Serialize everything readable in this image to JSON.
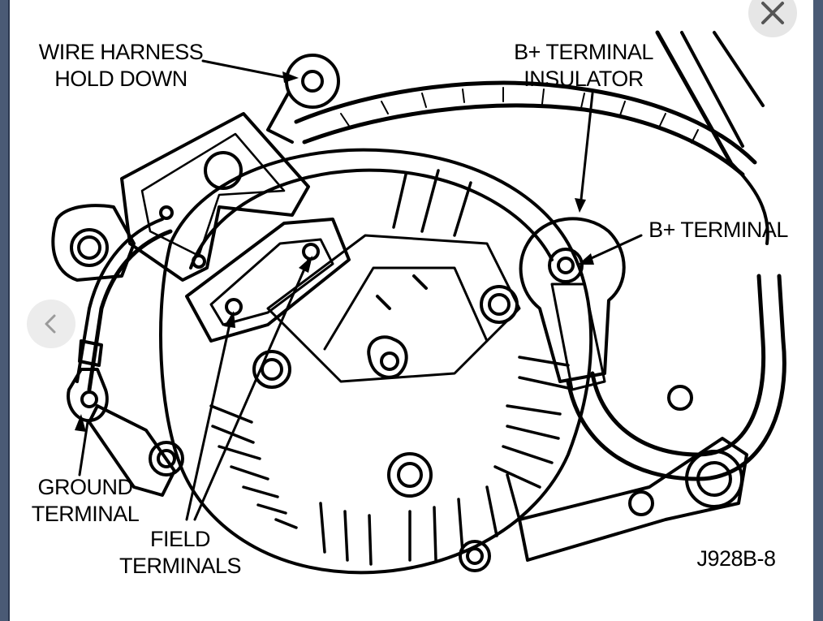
{
  "viewer": {
    "close_icon": "close-icon",
    "prev_icon": "chevron-left-icon"
  },
  "diagram": {
    "labels": {
      "wire_harness_line1": "WIRE HARNESS",
      "wire_harness_line2": "HOLD DOWN",
      "b_terminal_insulator_line1": "B+ TERMINAL",
      "b_terminal_insulator_line2": "INSULATOR",
      "b_terminal": "B+ TERMINAL",
      "ground_terminal_line1": "GROUND",
      "ground_terminal_line2": "TERMINAL",
      "field_terminals_line1": "FIELD",
      "field_terminals_line2": "TERMINALS",
      "figure_code": "J928B-8"
    },
    "colors": {
      "ink": "#000000",
      "paper": "#ffffff",
      "frame": "#4a5a75"
    }
  }
}
